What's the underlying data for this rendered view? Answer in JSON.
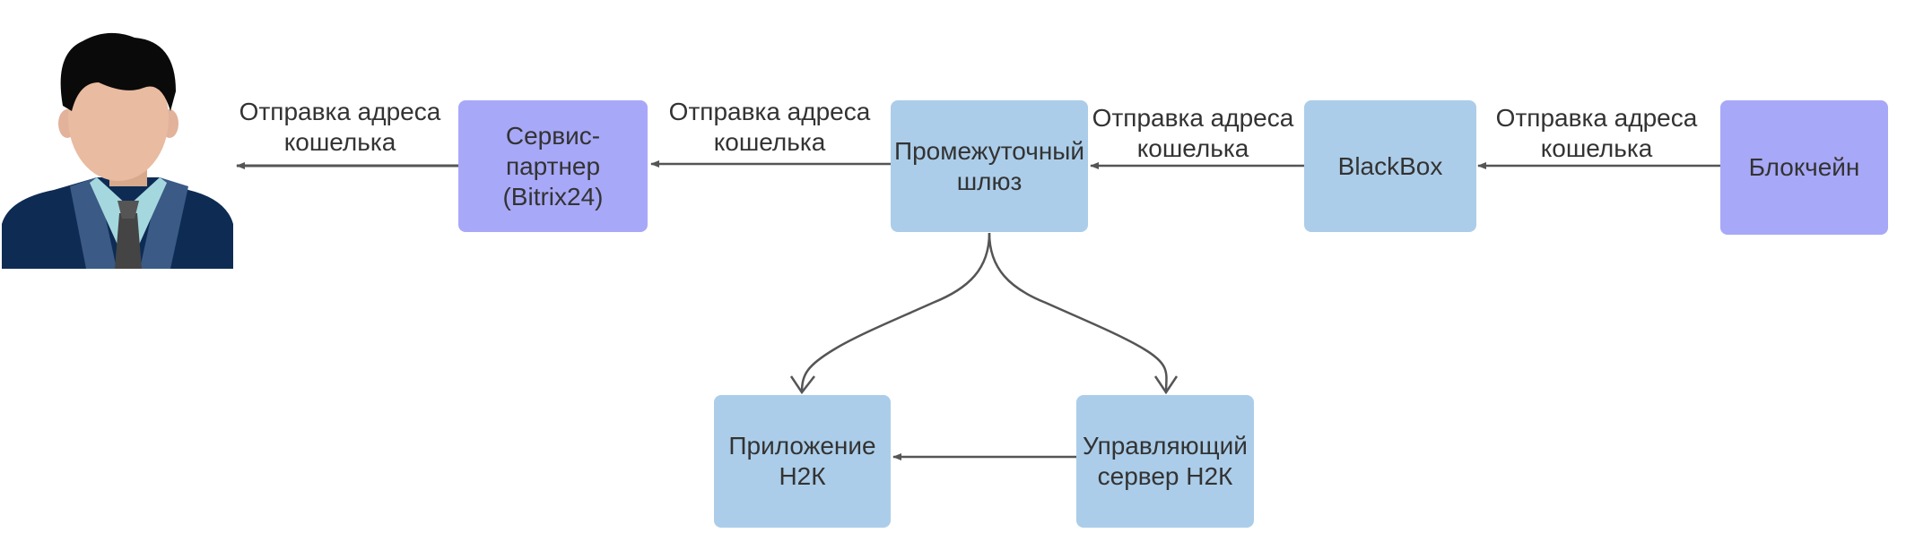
{
  "colors": {
    "node_blue": "#abcde9",
    "node_violet": "#a8a8f8",
    "edge": "#555555",
    "text": "#333333"
  },
  "nodes": {
    "partner": {
      "line1": "Сервис-партнер",
      "line2": "(Bitrix24)"
    },
    "gateway": {
      "line1": "Промежуточный",
      "line2": "шлюз"
    },
    "blackbox": {
      "line1": "BlackBox"
    },
    "blockchain": {
      "line1": "Блокчейн"
    },
    "app": {
      "line1": "Приложение",
      "line2": "Н2К"
    },
    "server": {
      "line1": "Управляющий",
      "line2": "сервер Н2К"
    }
  },
  "edge_labels": {
    "to_user": {
      "line1": "Отправка адреса",
      "line2": "кошелька"
    },
    "to_partner": {
      "line1": "Отправка адреса",
      "line2": "кошелька"
    },
    "to_gateway": {
      "line1": "Отправка адреса",
      "line2": "кошелька"
    },
    "to_blackbox": {
      "line1": "Отправка адреса",
      "line2": "кошелька"
    }
  },
  "icons": {
    "user": "businessman-avatar-icon"
  }
}
